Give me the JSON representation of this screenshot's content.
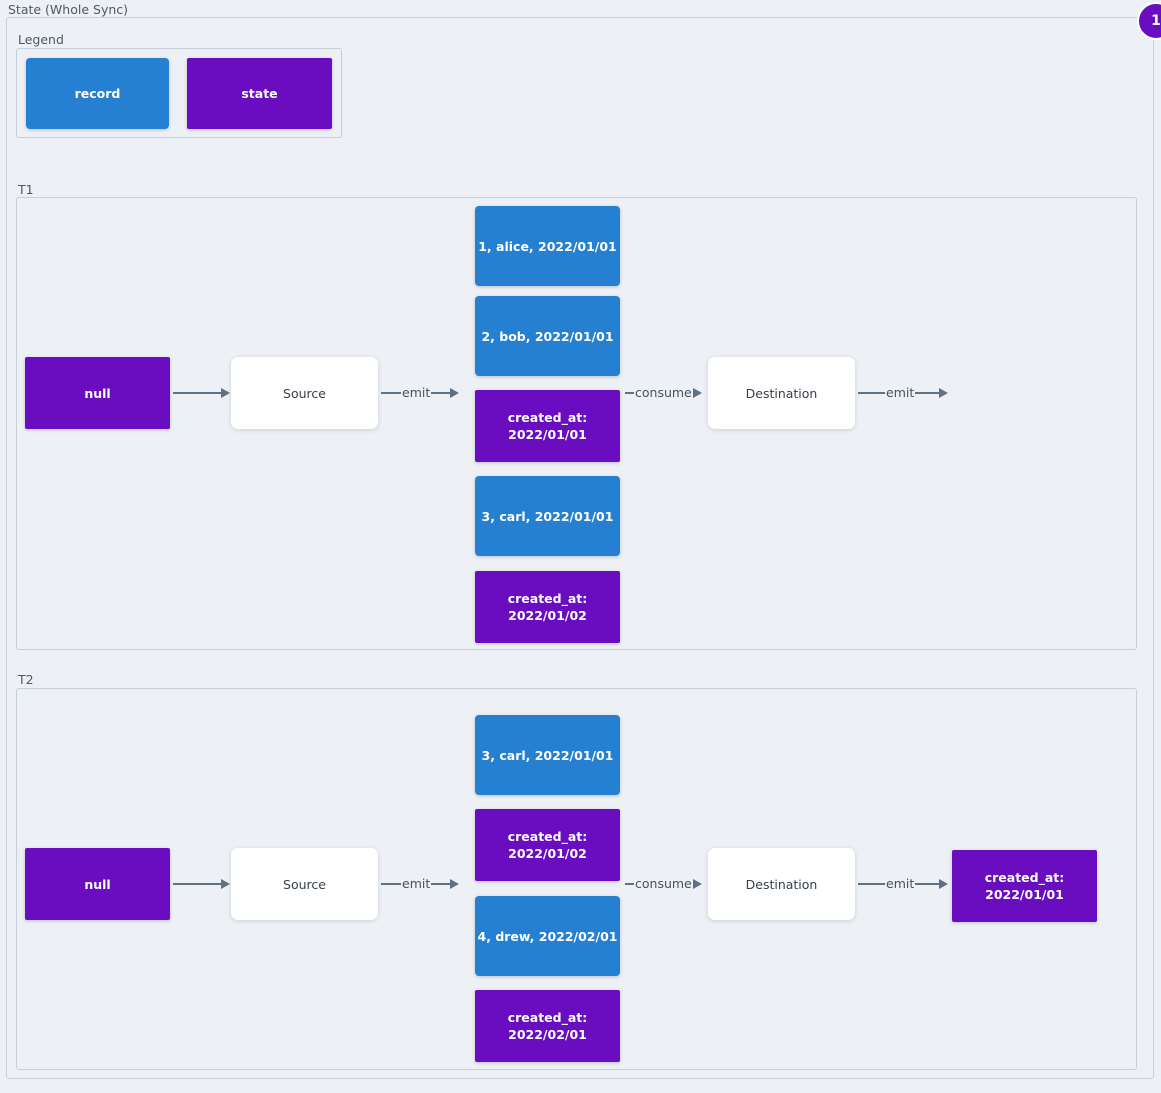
{
  "page": {
    "title": "State (Whole Sync)",
    "badge": "1",
    "colors": {
      "record": "#2680d2",
      "state": "#6a0dc0",
      "plain": "#ffffff",
      "background": "#edf0f5",
      "border": "#c6d0da",
      "arrow": "#5f7183"
    }
  },
  "legend": {
    "title": "Legend",
    "items": [
      {
        "label": "record",
        "kind": "record"
      },
      {
        "label": "state",
        "kind": "state"
      }
    ]
  },
  "sections": [
    {
      "id": "T1",
      "title": "T1",
      "initial_state": "null",
      "source": "Source",
      "destination": "Destination",
      "stack": [
        {
          "label": "1, alice, 2022/01/01",
          "kind": "record"
        },
        {
          "label": "2, bob, 2022/01/01",
          "kind": "record"
        },
        {
          "label": "created_at:\n2022/01/01",
          "kind": "state"
        },
        {
          "label": "3, carl, 2022/01/01",
          "kind": "record"
        },
        {
          "label": "created_at:\n2022/01/02",
          "kind": "state"
        }
      ],
      "final_state": "",
      "edges": {
        "state_to_source": "",
        "source_to_stack": "emit",
        "stack_to_destination": "consume",
        "destination_out": "emit"
      }
    },
    {
      "id": "T2",
      "title": "T2",
      "initial_state": "null",
      "source": "Source",
      "destination": "Destination",
      "stack": [
        {
          "label": "3, carl, 2022/01/01",
          "kind": "record"
        },
        {
          "label": "created_at:\n2022/01/02",
          "kind": "state"
        },
        {
          "label": "4, drew, 2022/02/01",
          "kind": "record"
        },
        {
          "label": "created_at:\n2022/02/01",
          "kind": "state"
        }
      ],
      "final_state": "created_at:\n2022/01/01",
      "edges": {
        "state_to_source": "",
        "source_to_stack": "emit",
        "stack_to_destination": "consume",
        "destination_out": "emit"
      }
    }
  ]
}
